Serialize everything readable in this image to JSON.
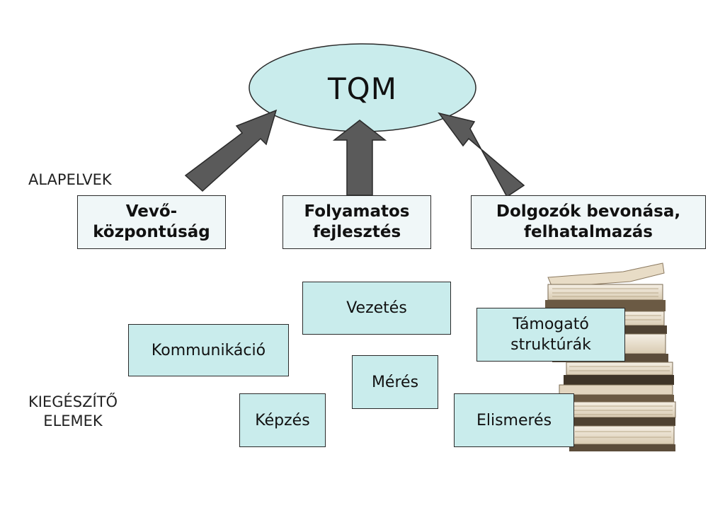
{
  "center": {
    "label": "TQM"
  },
  "section_labels": {
    "principles": "ALAPELVEK",
    "supplementary": "KIEGÉSZÍTŐ\nELEMEK"
  },
  "principles": [
    {
      "label": "Vevő-\nközpontúság"
    },
    {
      "label": "Folyamatos\nfejlesztés"
    },
    {
      "label": "Dolgozók bevonása,\nfelhatalmazás"
    }
  ],
  "elements": [
    {
      "label": "Vezetés"
    },
    {
      "label": "Támogató\nstruktúrák"
    },
    {
      "label": "Kommunikáció"
    },
    {
      "label": "Mérés"
    },
    {
      "label": "Képzés"
    },
    {
      "label": "Elismerés"
    }
  ],
  "colors": {
    "ellipse_fill": "#c9ecec",
    "principle_fill": "#f0f7f8",
    "element_fill": "#c9ecec",
    "arrow_fill": "#5a5a5a"
  }
}
